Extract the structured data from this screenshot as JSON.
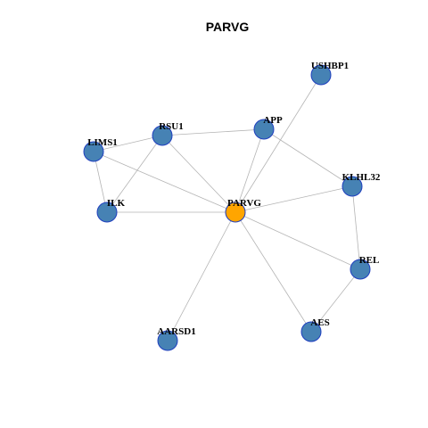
{
  "title": "PARVG",
  "colors": {
    "node_default": "#4682b4",
    "node_focus": "#ffa500",
    "node_border": "#1f3fbf",
    "edge": "#b4b4b4"
  },
  "nodes": [
    {
      "id": "PARVG",
      "label": "PARVG",
      "focus": true
    },
    {
      "id": "USHBP1",
      "label": "USHBP1"
    },
    {
      "id": "RSU1",
      "label": "RSU1"
    },
    {
      "id": "APP",
      "label": "APP"
    },
    {
      "id": "LIMS1",
      "label": "LIMS1"
    },
    {
      "id": "KLHL32",
      "label": "KLHL32"
    },
    {
      "id": "ILK",
      "label": "ILK"
    },
    {
      "id": "REL",
      "label": "REL"
    },
    {
      "id": "AES",
      "label": "AES"
    },
    {
      "id": "AARSD1",
      "label": "AARSD1"
    }
  ],
  "edges": [
    [
      "PARVG",
      "USHBP1"
    ],
    [
      "PARVG",
      "RSU1"
    ],
    [
      "PARVG",
      "APP"
    ],
    [
      "PARVG",
      "LIMS1"
    ],
    [
      "PARVG",
      "KLHL32"
    ],
    [
      "PARVG",
      "ILK"
    ],
    [
      "PARVG",
      "REL"
    ],
    [
      "PARVG",
      "AES"
    ],
    [
      "PARVG",
      "AARSD1"
    ],
    [
      "RSU1",
      "APP"
    ],
    [
      "RSU1",
      "LIMS1"
    ],
    [
      "RSU1",
      "ILK"
    ],
    [
      "LIMS1",
      "ILK"
    ],
    [
      "APP",
      "KLHL32"
    ],
    [
      "KLHL32",
      "REL"
    ],
    [
      "REL",
      "AES"
    ]
  ]
}
